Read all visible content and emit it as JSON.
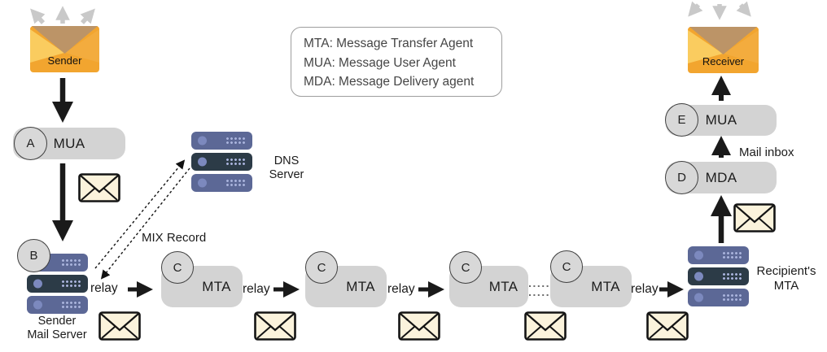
{
  "legend": {
    "lines": [
      "MTA: Message Transfer Agent",
      "MUA: Message User Agent",
      "MDA: Message Delivery agent"
    ]
  },
  "endpoints": {
    "sender_label": "Sender",
    "receiver_label": "Receiver"
  },
  "left_chain": {
    "mua_badge": "A",
    "mua_label": "MUA",
    "mail_server_badge": "B",
    "mail_server_label_line1": "Sender",
    "mail_server_label_line2": "Mail Server"
  },
  "dns": {
    "label_line1": "DNS",
    "label_line2": "Server",
    "mix_record_label": "MIX Record"
  },
  "mta_chain": [
    {
      "badge": "C",
      "label": "MTA"
    },
    {
      "badge": "C",
      "label": "MTA"
    },
    {
      "badge": "C",
      "label": "MTA"
    },
    {
      "badge": "C",
      "label": "MTA"
    }
  ],
  "relay_label": "relay",
  "recipient": {
    "mta_label_line1": "Recipient's",
    "mta_label_line2": "MTA",
    "mda_badge": "D",
    "mda_label": "MDA",
    "mua_badge": "E",
    "mua_label": "MUA",
    "mail_inbox_label": "Mail inbox"
  },
  "colors": {
    "pill": "#d3d3d3",
    "badge": "#d8d8d8",
    "arrow_black": "#1a1a1a",
    "arrow_gray": "#c9c9c9",
    "server_slab": "#5c6896",
    "server_slab_dark": "#2c3b47",
    "server_dot": "#a9b3dc",
    "server_knob": "#7c89be",
    "envelope_fill": "#fbf3dc",
    "envelope_stroke": "#141414",
    "big_envelope_base": "#f2a52f",
    "big_envelope_left": "#facc5f",
    "big_envelope_right": "#f3ac3e",
    "big_envelope_flap": "#bc9467"
  }
}
